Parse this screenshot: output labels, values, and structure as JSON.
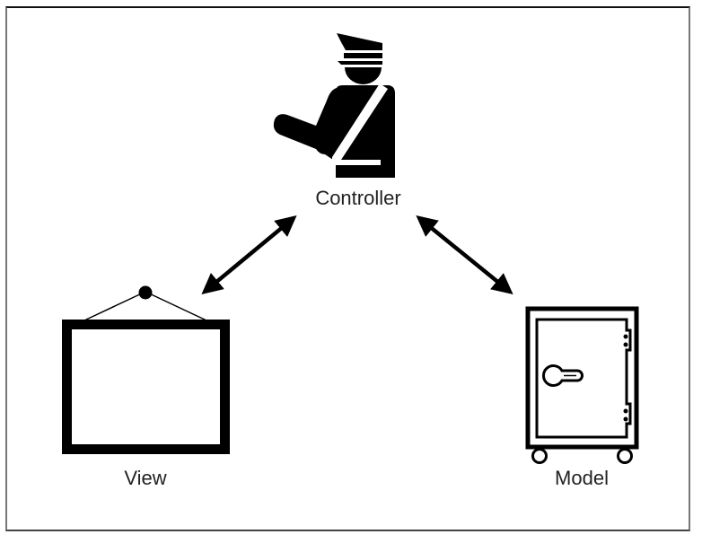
{
  "diagram": {
    "title": "MVC pattern",
    "nodes": [
      {
        "id": "controller",
        "label": "Controller",
        "icon": "police-officer-icon"
      },
      {
        "id": "view",
        "label": "View",
        "icon": "picture-frame-icon"
      },
      {
        "id": "model",
        "label": "Model",
        "icon": "safe-icon"
      }
    ],
    "edges": [
      {
        "from": "controller",
        "to": "view",
        "direction": "bidirectional"
      },
      {
        "from": "controller",
        "to": "model",
        "direction": "bidirectional"
      }
    ],
    "colors": {
      "stroke": "#000000",
      "text": "#222222",
      "background": "#ffffff"
    }
  }
}
